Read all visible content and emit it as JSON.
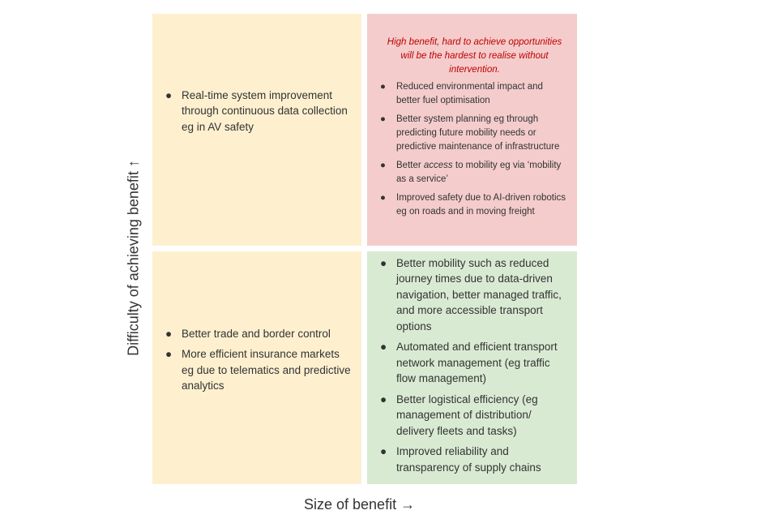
{
  "axes": {
    "y_label": "Difficulty of achieving benefit",
    "y_arrow": "↑",
    "x_label": "Size of benefit",
    "x_arrow": "→"
  },
  "bullet": "●",
  "colors": {
    "yellow": "#fef0cf",
    "pink": "#f4cccc",
    "green": "#d9ead3",
    "note": "#c00000"
  },
  "quadrants": {
    "top_left": {
      "items": [
        "Real-time system improvement through continuous data collection eg in AV safety"
      ]
    },
    "top_right": {
      "note": "High benefit, hard to achieve opportunities will be the hardest to realise without intervention.",
      "items": [
        {
          "text": "Reduced environmental impact and better fuel optimisation"
        },
        {
          "text": "Better system planning eg through predicting future mobility needs or predictive maintenance of infrastructure"
        },
        {
          "pre": "Better ",
          "em": "access",
          "post": " to mobility eg via ‘mobility as a service’"
        },
        {
          "text": "Improved safety due to AI-driven robotics eg on roads and in moving freight"
        }
      ]
    },
    "bottom_left": {
      "items": [
        "Better trade and border control",
        "More efficient insurance markets eg due to telematics and predictive analytics"
      ]
    },
    "bottom_right": {
      "items": [
        "Better mobility such as reduced journey times due to data-driven navigation, better managed traffic, and more accessible transport options",
        "Automated and efficient transport network management (eg traffic flow management)",
        "Better logistical efficiency (eg management of distribution/ delivery fleets and tasks)",
        "Improved reliability and transparency of supply chains"
      ]
    }
  }
}
